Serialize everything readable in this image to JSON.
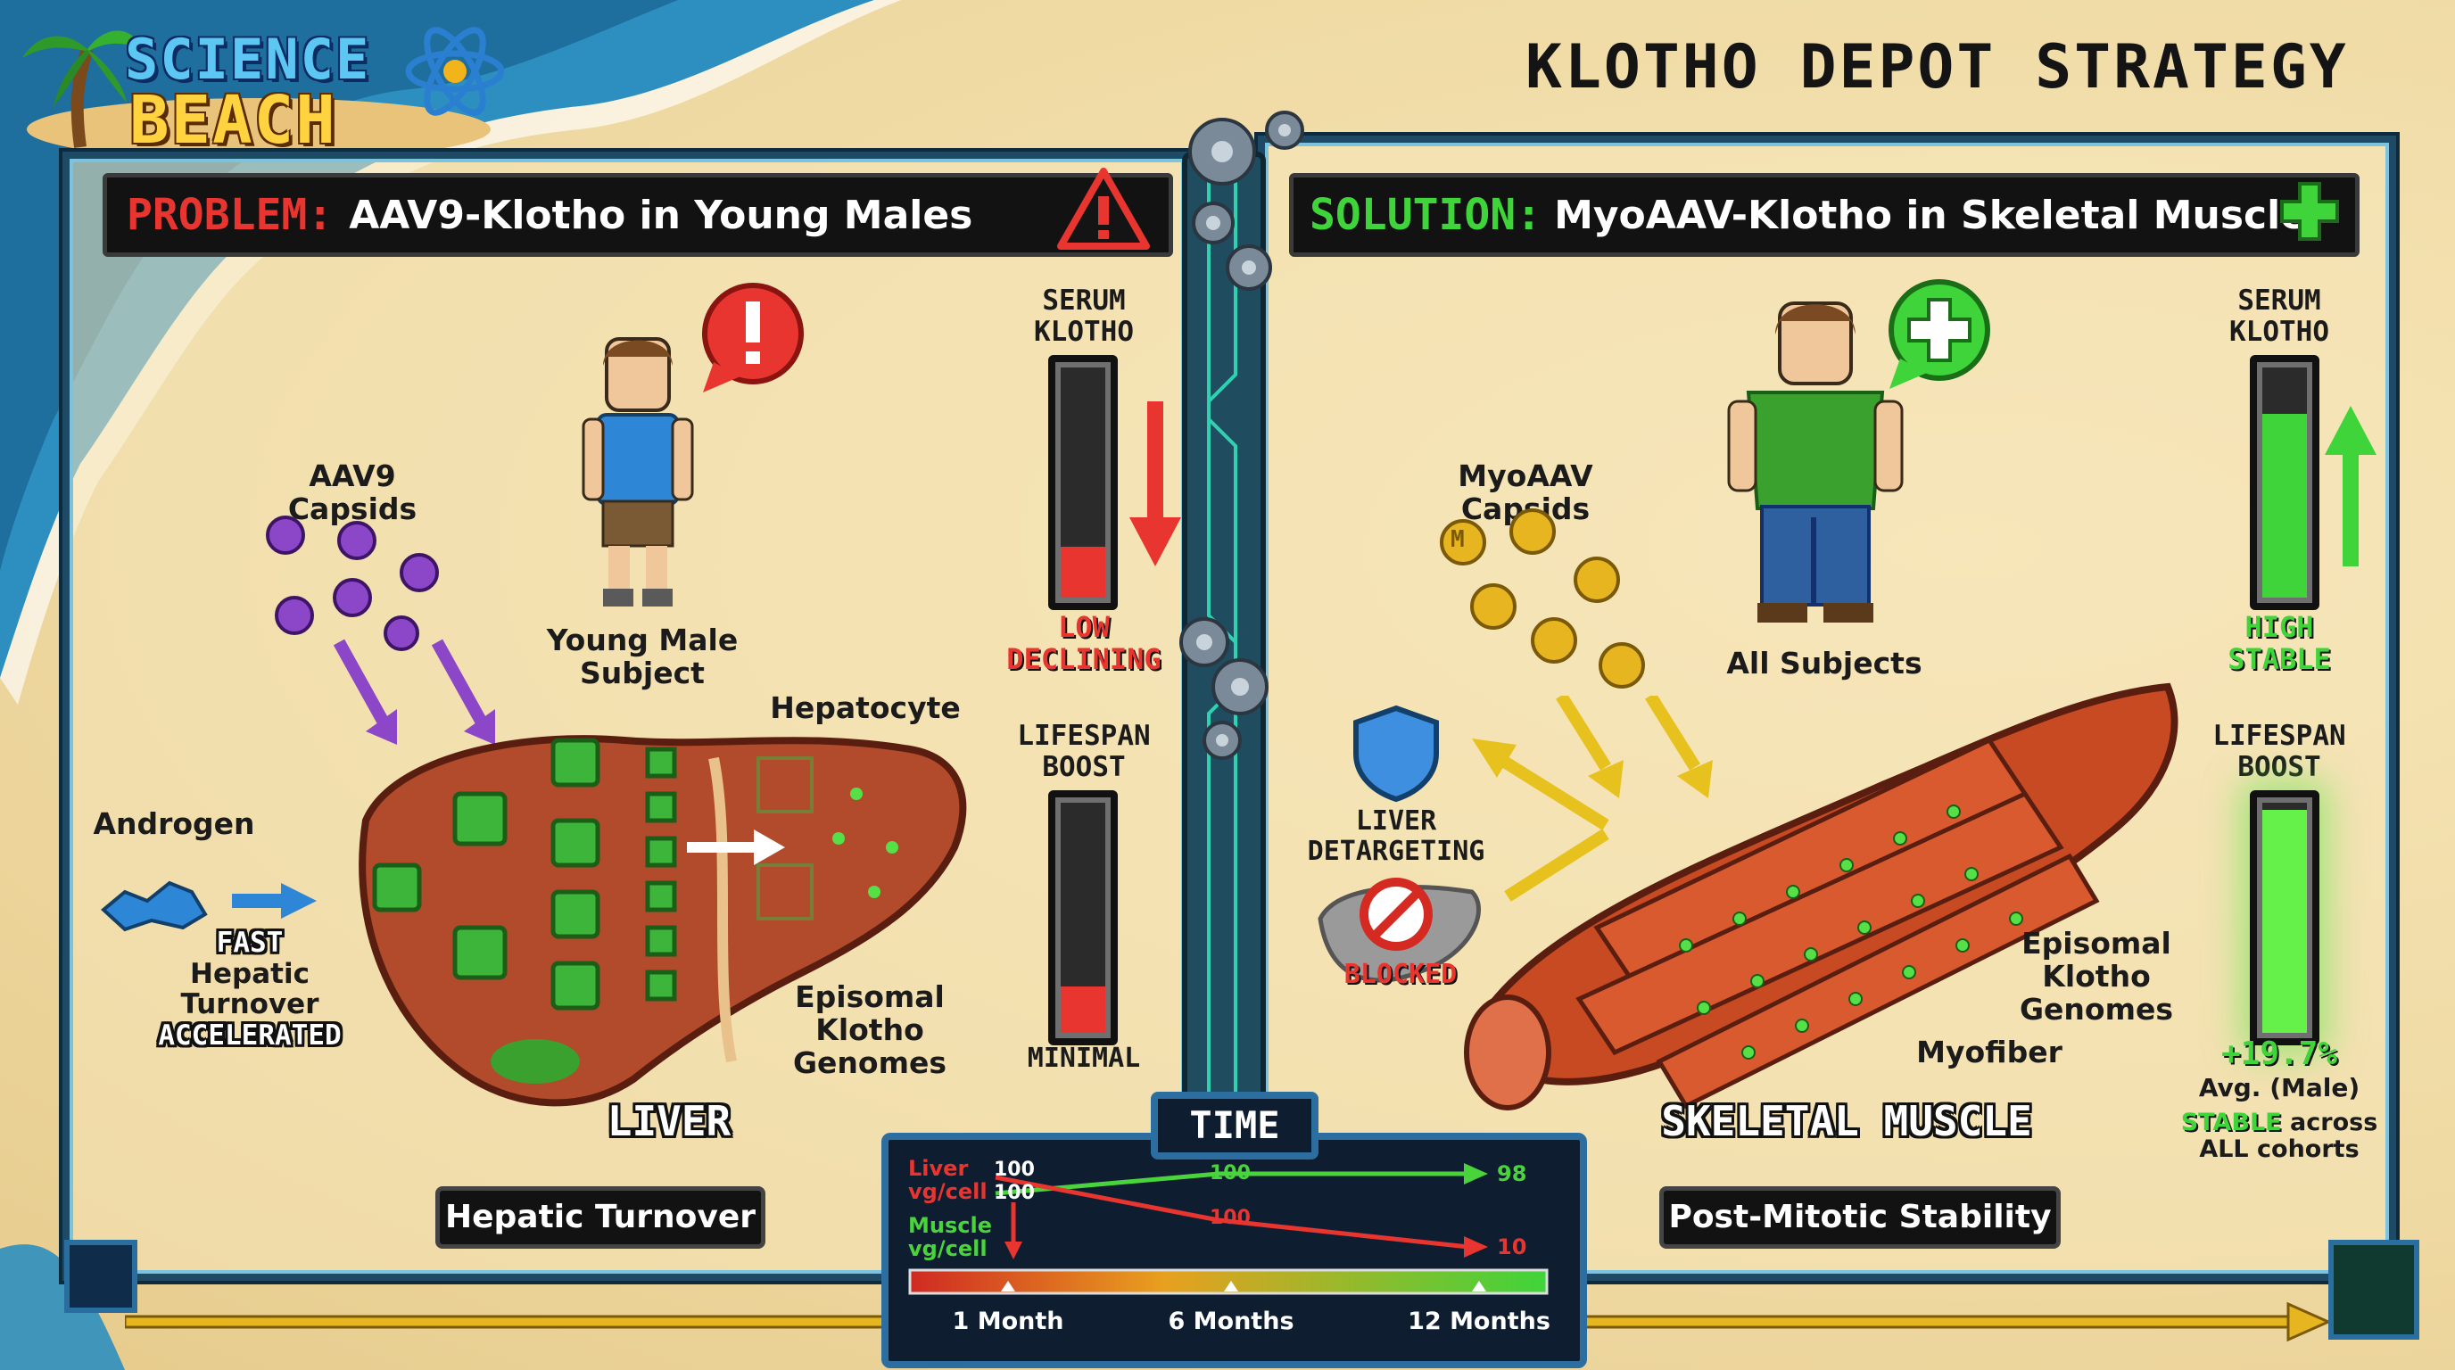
{
  "logo": {
    "line1": "SCIENCE",
    "line2": "BEACH"
  },
  "title": "KLOTHO DEPOT STRATEGY",
  "problem": {
    "prefix": "PROBLEM:",
    "text": "AAV9-Klotho in Young Males",
    "capsids_label": "AAV9 Capsids",
    "subject_label": "Young Male Subject",
    "androgen_label": "Androgen",
    "turnover_label": [
      "FAST",
      "Hepatic",
      "Turnover",
      "ACCELERATED"
    ],
    "hepatocyte_label": "Hepatocyte",
    "genomes_label": "Episomal Klotho Genomes",
    "organ_label": "LIVER",
    "footer_tag": "Hepatic Turnover",
    "serum_label": "SERUM KLOTHO",
    "serum_status": [
      "LOW",
      "DECLINING"
    ],
    "serum_level": 0.22,
    "lifespan_label": "LIFESPAN BOOST",
    "lifespan_status": "MINIMAL",
    "lifespan_level": 0.2
  },
  "solution": {
    "prefix": "SOLUTION:",
    "text": "MyoAAV-Klotho in Skeletal Muscle",
    "capsids_label": "MyoAAV Capsids",
    "capsid_letter": "M",
    "subject_label": "All Subjects",
    "detarget_label": "LIVER DETARGETING",
    "blocked_label": "BLOCKED",
    "genomes_label": "Episomal Klotho Genomes",
    "myofiber_label": "Myofiber",
    "organ_label": "SKELETAL MUSCLE",
    "footer_tag": "Post-Mitotic Stability",
    "serum_label": "SERUM KLOTHO",
    "serum_status": [
      "HIGH",
      "STABLE"
    ],
    "serum_level": 0.8,
    "lifespan_label": "LIFESPAN BOOST",
    "lifespan_level": 0.97,
    "lifespan_stat": "+19.7%",
    "lifespan_note1": "Avg. (Male)",
    "lifespan_note2_a": "STABLE",
    "lifespan_note2_b": "across",
    "lifespan_note3": "ALL cohorts"
  },
  "timeline": {
    "title": "TIME",
    "liver_label": "Liver",
    "muscle_label": "Muscle",
    "unit_label": "vg/cell",
    "liver_start": "100",
    "liver_mid": "100",
    "liver_end": "10",
    "muscle_start": "100",
    "muscle_mid": "100",
    "muscle_end": "98",
    "ticks": [
      "1 Month",
      "6 Months",
      "12 Months"
    ],
    "colors": {
      "liver": "#e8352f",
      "muscle": "#48d43a"
    }
  },
  "colors": {
    "problem_red": "#e8352f",
    "solution_green": "#3fd43a",
    "frame_blue": "#1e4a66",
    "capsid_purple": "#8c46c8",
    "capsid_gold": "#e7b51f"
  }
}
